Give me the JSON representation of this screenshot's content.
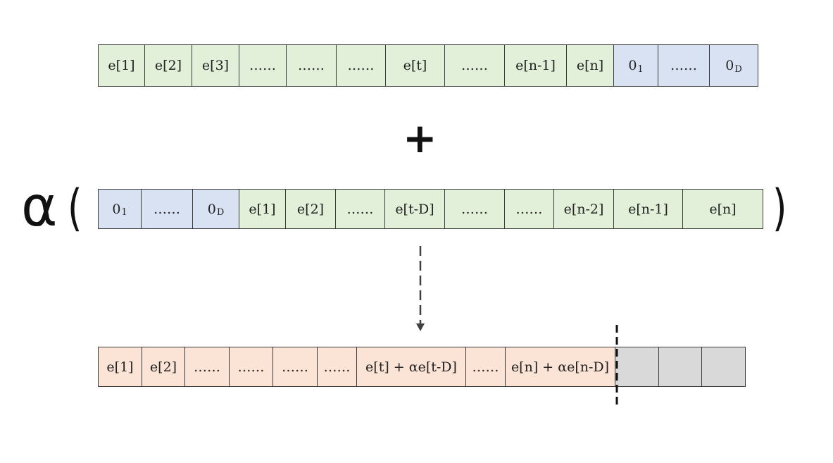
{
  "top_row": [
    {
      "text": "e[1]",
      "sub": "",
      "fill": "green"
    },
    {
      "text": "e[2]",
      "sub": "",
      "fill": "green"
    },
    {
      "text": "e[3]",
      "sub": "",
      "fill": "green"
    },
    {
      "text": "……",
      "sub": "",
      "fill": "green"
    },
    {
      "text": "……",
      "sub": "",
      "fill": "green"
    },
    {
      "text": "……",
      "sub": "",
      "fill": "green"
    },
    {
      "text": "e[t]",
      "sub": "",
      "fill": "green"
    },
    {
      "text": "……",
      "sub": "",
      "fill": "green"
    },
    {
      "text": "e[n-1]",
      "sub": "",
      "fill": "green"
    },
    {
      "text": "e[n]",
      "sub": "",
      "fill": "green"
    },
    {
      "text": "0",
      "sub": "1",
      "fill": "blue"
    },
    {
      "text": "……",
      "sub": "",
      "fill": "blue"
    },
    {
      "text": "0",
      "sub": "D",
      "fill": "blue"
    }
  ],
  "operator_plus": "+",
  "alpha_symbol": "α",
  "left_paren": "(",
  "right_paren": ")",
  "middle_row": [
    {
      "text": "0",
      "sub": "1",
      "fill": "blue"
    },
    {
      "text": "……",
      "sub": "",
      "fill": "blue"
    },
    {
      "text": "0",
      "sub": "D",
      "fill": "blue"
    },
    {
      "text": "e[1]",
      "sub": "",
      "fill": "green"
    },
    {
      "text": "e[2]",
      "sub": "",
      "fill": "green"
    },
    {
      "text": "……",
      "sub": "",
      "fill": "green"
    },
    {
      "text": "e[t-D]",
      "sub": "",
      "fill": "green"
    },
    {
      "text": "……",
      "sub": "",
      "fill": "green"
    },
    {
      "text": "……",
      "sub": "",
      "fill": "green"
    },
    {
      "text": "e[n-2]",
      "sub": "",
      "fill": "green"
    },
    {
      "text": "e[n-1]",
      "sub": "",
      "fill": "green"
    },
    {
      "text": "e[n]",
      "sub": "",
      "fill": "green"
    }
  ],
  "bottom_row": [
    {
      "text": "e[1]",
      "sub": "",
      "fill": "peach"
    },
    {
      "text": "e[2]",
      "sub": "",
      "fill": "peach"
    },
    {
      "text": "……",
      "sub": "",
      "fill": "peach"
    },
    {
      "text": "……",
      "sub": "",
      "fill": "peach"
    },
    {
      "text": "……",
      "sub": "",
      "fill": "peach"
    },
    {
      "text": "……",
      "sub": "",
      "fill": "peach"
    },
    {
      "text": "e[t]  + αe[t-D]",
      "sub": "",
      "fill": "peach"
    },
    {
      "text": "……",
      "sub": "",
      "fill": "peach"
    },
    {
      "text": "e[n] + αe[n-D]",
      "sub": "",
      "fill": "peach"
    },
    {
      "text": "",
      "sub": "",
      "fill": "grey"
    },
    {
      "text": "",
      "sub": "",
      "fill": "grey"
    },
    {
      "text": "",
      "sub": "",
      "fill": "grey"
    }
  ],
  "colors": {
    "green": "#e2efd9",
    "blue": "#d9e2f3",
    "peach": "#fbe4d5",
    "grey": "#d9d9d9",
    "border": "#3a3a3a",
    "arrow": "#404040"
  }
}
